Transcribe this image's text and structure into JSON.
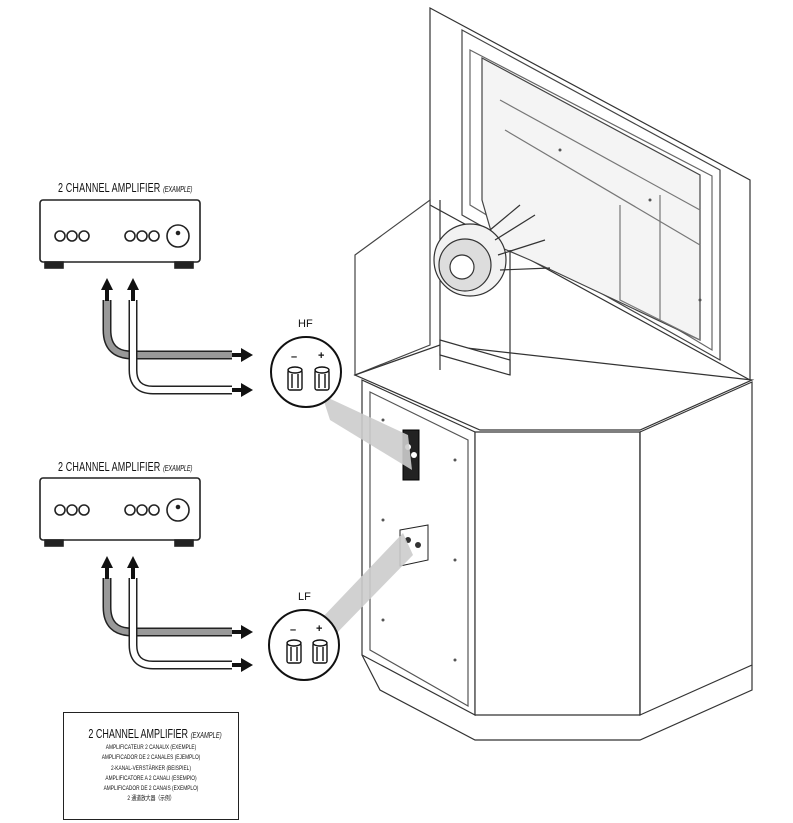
{
  "amplifier_top": {
    "title": "2 CHANNEL AMPLIFIER",
    "note": "(EXAMPLE)"
  },
  "amplifier_bottom": {
    "title": "2 CHANNEL AMPLIFIER",
    "note": "(EXAMPLE)"
  },
  "hf_terminal": {
    "label": "HF",
    "minus": "–",
    "plus": "+"
  },
  "lf_terminal": {
    "label": "LF",
    "minus": "–",
    "plus": "+"
  },
  "legend": {
    "title": "2 CHANNEL AMPLIFIER",
    "note": "(EXAMPLE)",
    "translations": [
      "AMPLIFICATEUR 2 CANAUX (EXEMPLE)",
      "AMPLIFICADOR DE 2 CANALES (EJEMPLO)",
      "2-KANAL-VERSTÄRKER (BEISPIEL)",
      "AMPLIFICATORE A 2 CANALI (ESEMPIO)",
      "AMPLIFICADOR DE 2 CANAIS (EXEMPLO)",
      "2 通道放大器（示例）"
    ]
  }
}
